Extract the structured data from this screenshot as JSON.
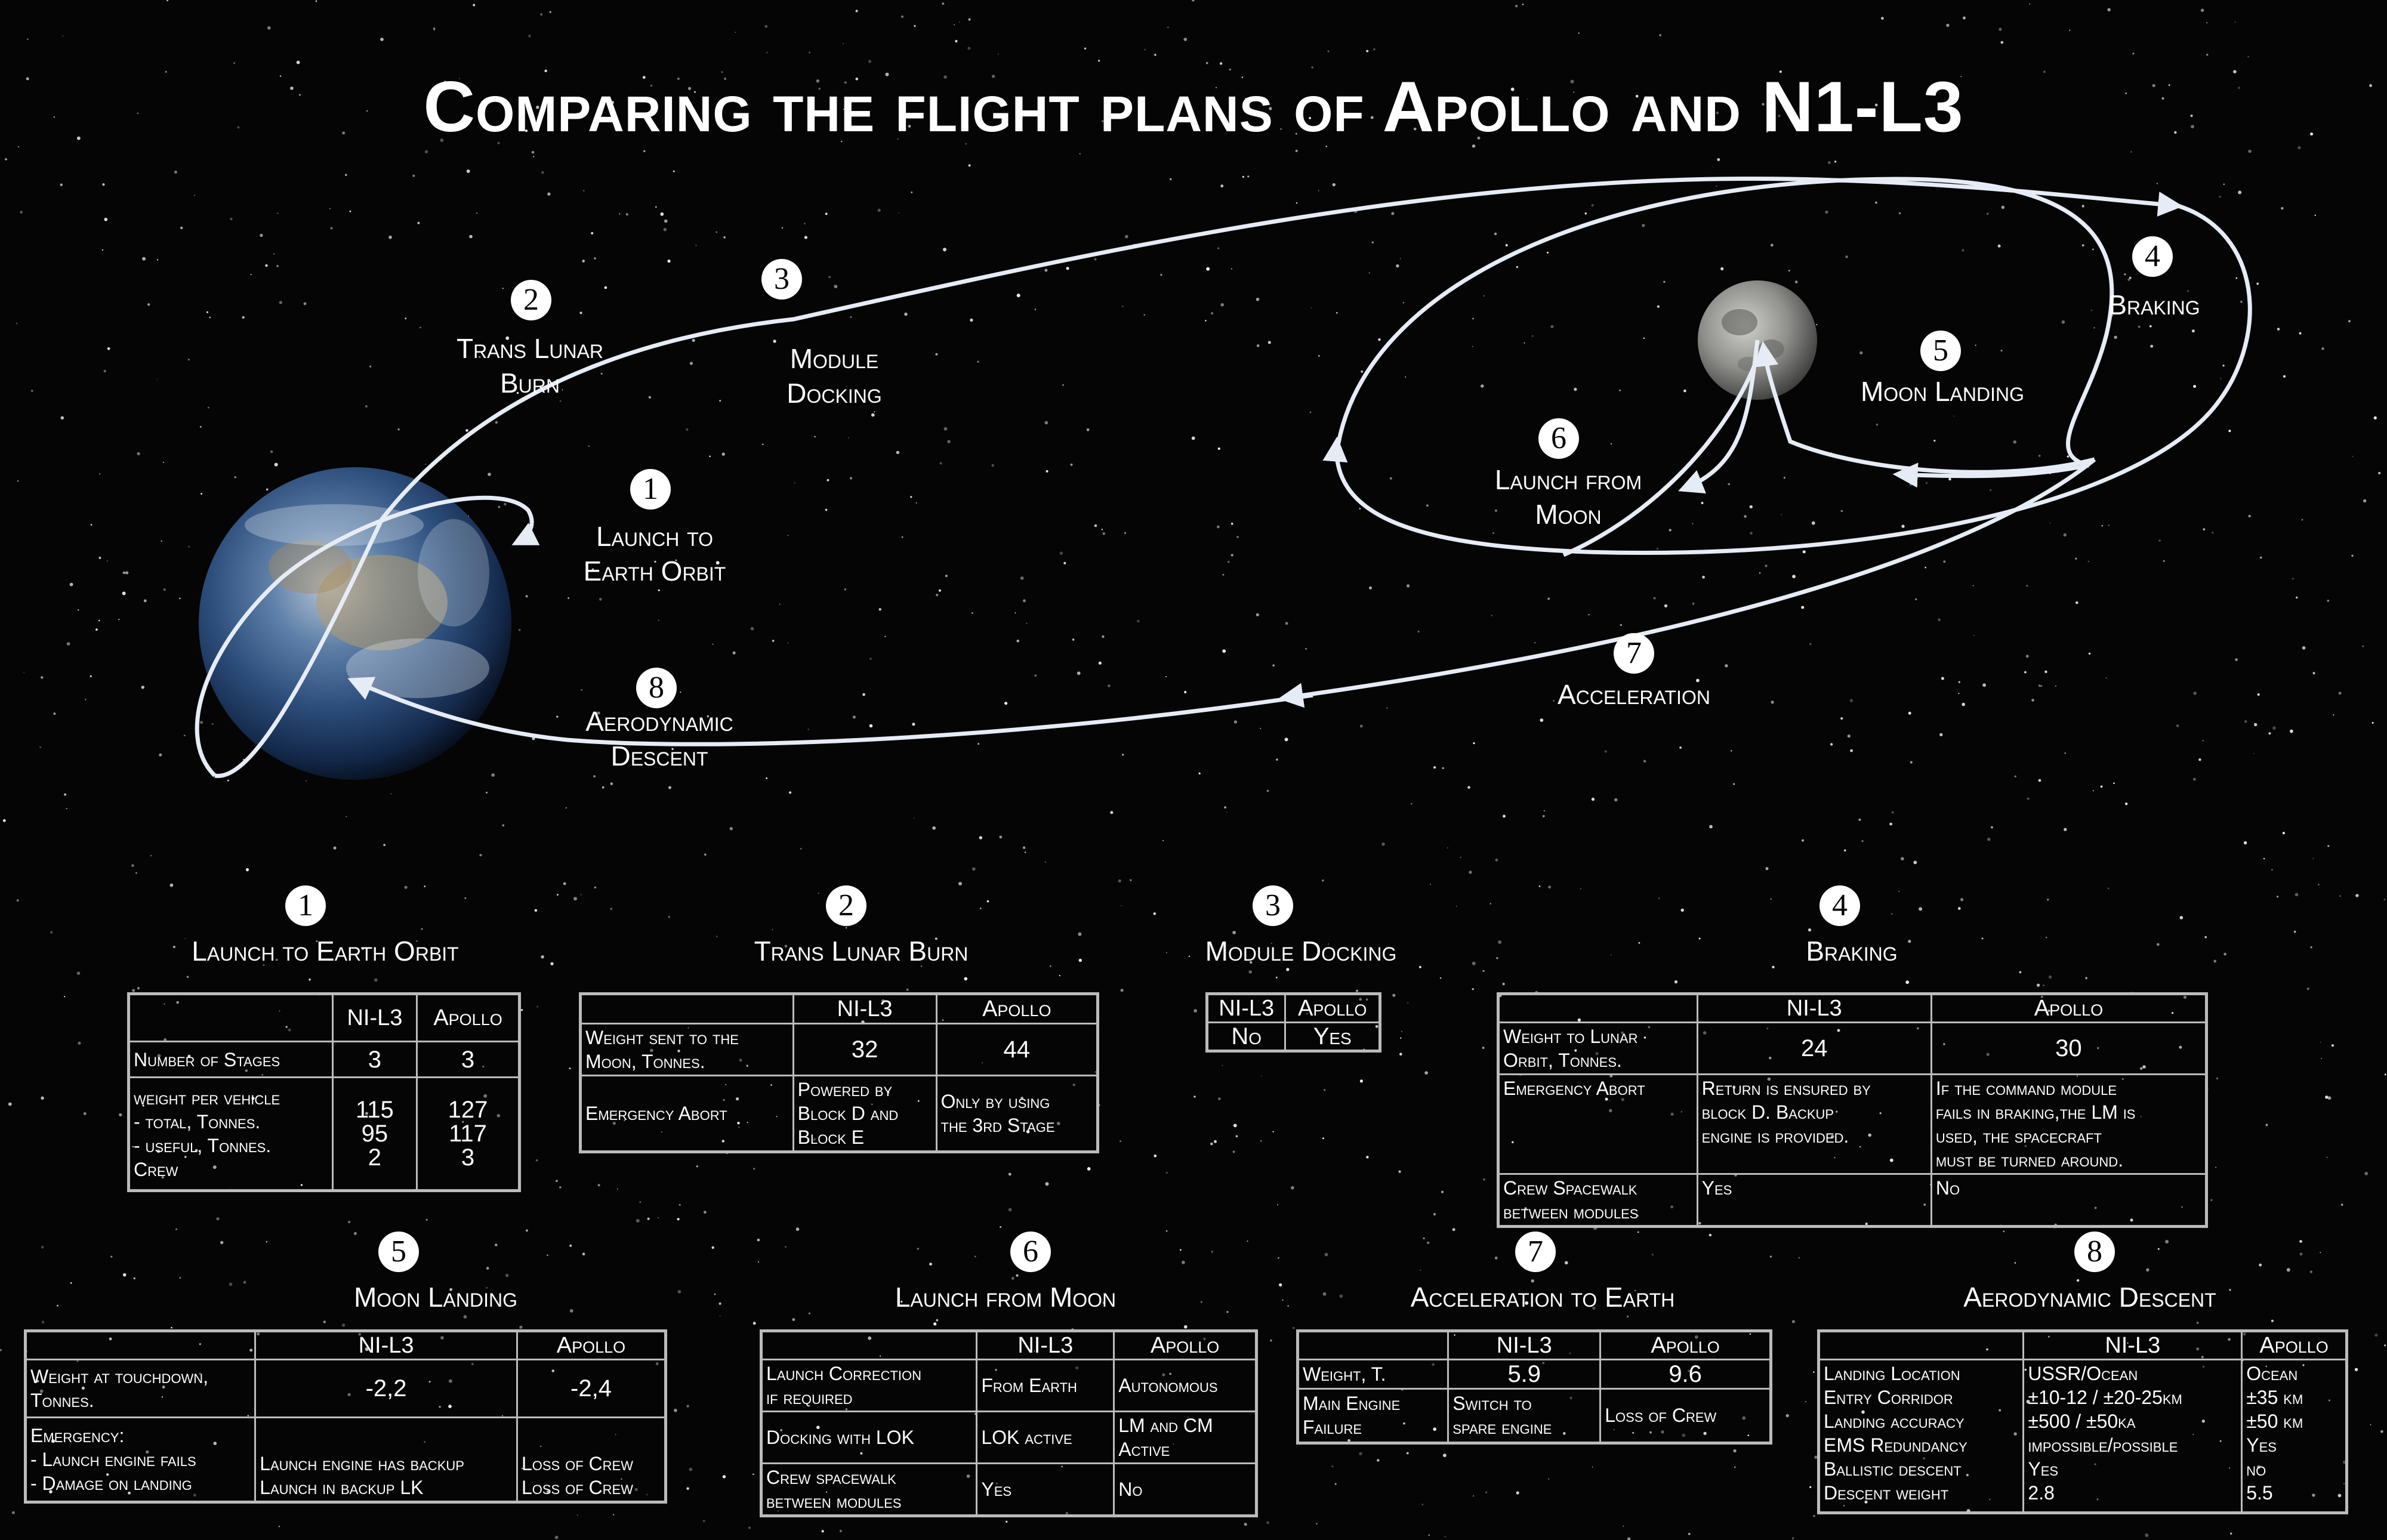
{
  "title": "Comparing the flight plans of Apollo and N1-L3",
  "diagram_labels": [
    {
      "num": "1",
      "lines": [
        "Launch to",
        "Earth Orbit"
      ]
    },
    {
      "num": "2",
      "lines": [
        "Trans Lunar",
        "Burn"
      ]
    },
    {
      "num": "3",
      "lines": [
        "Module",
        "Docking"
      ]
    },
    {
      "num": "4",
      "lines": [
        "Braking"
      ]
    },
    {
      "num": "5",
      "lines": [
        "Moon Landing"
      ]
    },
    {
      "num": "6",
      "lines": [
        "Launch from",
        "Moon"
      ]
    },
    {
      "num": "7",
      "lines": [
        "Acceleration"
      ]
    },
    {
      "num": "8",
      "lines": [
        "Aerodynamic",
        "Descent"
      ]
    }
  ],
  "tables": {
    "t1": {
      "num": "1",
      "title": "Launch to Earth Orbit",
      "col1": "NI-L3",
      "col2": "Apollo",
      "r1": {
        "label": "Number of Stages",
        "a": "3",
        "b": "3"
      },
      "r2": {
        "label": [
          "weight per vehicle",
          "- total, Tonnes.",
          "- useful, Tonnes.",
          "Crew"
        ],
        "a": [
          "115",
          "95",
          "2"
        ],
        "b": [
          "127",
          "117",
          "3"
        ]
      }
    },
    "t2": {
      "num": "2",
      "title": "Trans Lunar Burn",
      "col1": "NI-L3",
      "col2": "Apollo",
      "r1": {
        "label": [
          "Weight sent to the",
          "Moon, Tonnes."
        ],
        "a": "32",
        "b": "44"
      },
      "r2": {
        "label": "Emergency Abort",
        "a": [
          "Powered by",
          "Block D and",
          "Block E"
        ],
        "b": [
          "Only by using",
          "the 3rd Stage"
        ]
      }
    },
    "t3": {
      "num": "3",
      "title": "Module Docking",
      "col1": "NI-L3",
      "col2": "Apollo",
      "a": "No",
      "b": "Yes"
    },
    "t4": {
      "num": "4",
      "title": "Braking",
      "col1": "NI-L3",
      "col2": "Apollo",
      "r1": {
        "label": [
          "Weight to Lunar",
          "Orbit, Tonnes."
        ],
        "a": "24",
        "b": "30"
      },
      "r2": {
        "label": "Emergency Abort",
        "a": [
          "Return is ensured by",
          "block D. Backup",
          "engine is provided."
        ],
        "b": [
          "If the command module",
          "fails in braking,the LM is",
          "used, the spacecraft",
          "must be turned around."
        ]
      },
      "r3": {
        "label": [
          "Crew Spacewalk",
          "between modules"
        ],
        "a": "Yes",
        "b": "No"
      }
    },
    "t5": {
      "num": "5",
      "title": "Moon Landing",
      "col1": "NI-L3",
      "col2": "Apollo",
      "r1": {
        "label": [
          "Weight at touchdown,",
          "Tonnes."
        ],
        "a": "-2,2",
        "b": "-2,4"
      },
      "r2": {
        "label": [
          "Emergency:",
          "- Launch engine fails",
          "- Damage on landing"
        ],
        "a": [
          "Launch engine has backup",
          "Launch in backup LK"
        ],
        "b": [
          "Loss of Crew",
          "Loss of Crew"
        ]
      }
    },
    "t6": {
      "num": "6",
      "title": "Launch from Moon",
      "col1": "NI-L3",
      "col2": "Apollo",
      "r1": {
        "label": [
          "Launch Correction",
          "if required"
        ],
        "a": "From Earth",
        "b": "Autonomous"
      },
      "r2": {
        "label": "Docking with LOK",
        "a": "LOK active",
        "b": [
          "LM and CM",
          "Active"
        ]
      },
      "r3": {
        "label": [
          "Crew spacewalk",
          "between modules"
        ],
        "a": "Yes",
        "b": "No"
      }
    },
    "t7": {
      "num": "7",
      "title": "Acceleration to Earth",
      "col1": "NI-L3",
      "col2": "Apollo",
      "r1": {
        "label": "Weight, T.",
        "a": "5.9",
        "b": "9.6"
      },
      "r2": {
        "label": [
          "Main Engine",
          "Failure"
        ],
        "a": [
          "Switch to",
          "spare engine"
        ],
        "b": "Loss of Crew"
      }
    },
    "t8": {
      "num": "8",
      "title": "Aerodynamic Descent",
      "col1": "NI-L3",
      "col2": "Apollo",
      "rows": [
        {
          "label": "Landing Location",
          "a": "USSR/Ocean",
          "b": "Ocean"
        },
        {
          "label": "Entry Corridor",
          "a": "±10-12 / ±20-25km",
          "b": "±35 km"
        },
        {
          "label": "Landing accuracy",
          "a": "±500 / ±50ka",
          "b": "±50 km"
        },
        {
          "label": "EMS Redundancy",
          "a": "impossible/possible",
          "b": "Yes"
        },
        {
          "label": "Ballistic descent",
          "a": "Yes",
          "b": "no"
        },
        {
          "label": "Descent weight",
          "a": "2.8",
          "b": "5.5"
        }
      ]
    }
  }
}
